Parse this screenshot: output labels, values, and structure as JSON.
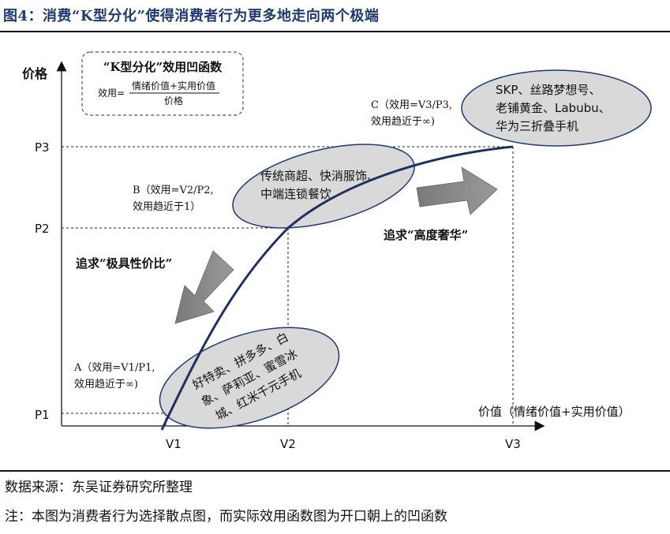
{
  "header": {
    "title": "图4：消费“K型分化”使得消费者行为更多地走向两个极端"
  },
  "footer": {
    "source": "数据来源：东吴证券研究所整理",
    "note": "注：本图为消费者行为选择散点图，而实际效用函数图为开口朝上的凹函数"
  },
  "chart_data": {
    "type": "line",
    "ylabel": "价格",
    "xlabel": "价值（情绪价值+实用价值）",
    "x_ticks": [
      "V1",
      "V2",
      "V3"
    ],
    "y_ticks": [
      "P1",
      "P2",
      "P3"
    ],
    "series": [
      {
        "points": [
          {
            "x": "V1",
            "y": "P1"
          },
          {
            "x": "V2",
            "y": "P2"
          },
          {
            "x": "V3",
            "y": "P3"
          }
        ]
      }
    ],
    "formula_box": {
      "title": "“K型分化”效用凹函数",
      "lhs": "效用=",
      "numerator": "情绪价值+实用价值",
      "denominator": "价格"
    },
    "point_annotations": {
      "A": {
        "line1": "A（效用=V1/P1,",
        "line2": "效用趋近于∞)"
      },
      "B": {
        "line1": "B（效用=V2/P2,",
        "line2": "效用趋近于1）"
      },
      "C": {
        "line1": "C（效用=V3/P3,",
        "line2": "效用趋近于∞)"
      }
    },
    "clusters": {
      "low": [
        "好特卖、拼多多、白",
        "象、萨莉亚、蜜雪冰",
        "城、红米千元手机"
      ],
      "mid": [
        "传统商超、快消服饰、",
        "中端连锁餐饮"
      ],
      "high": [
        "SKP、丝路梦想号、",
        "老铺黄金、Labubu、",
        "华为三折叠手机"
      ]
    },
    "arrows": {
      "down_label": "追求“极具性价比”",
      "up_label": "追求“高度奢华”"
    },
    "grid": false
  }
}
